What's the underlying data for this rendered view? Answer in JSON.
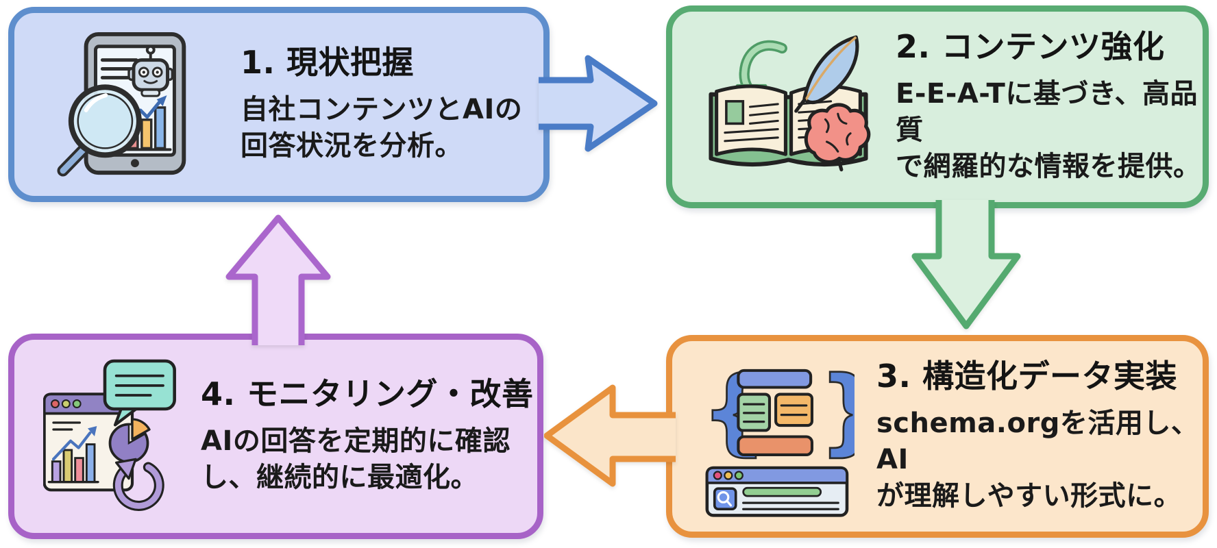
{
  "background_color": "#ffffff",
  "steps": [
    {
      "id": 1,
      "title": "1. 現状把握",
      "body": "自社コンテンツとAIの\n回答状況を分析。",
      "icon": "tablet-magnifier-analytics-icon",
      "fill_color": "#cfdaf7",
      "border_color": "#5e8ecd"
    },
    {
      "id": 2,
      "title": "2. コンテンツ強化",
      "body": "E-E-A-Tに基づき、高品質\nで網羅的な情報を提供。",
      "icon": "book-quill-brain-icon",
      "fill_color": "#d8eedd",
      "border_color": "#58ab72"
    },
    {
      "id": 3,
      "title": "3. 構造化データ実装",
      "body": "schema.orgを活用し、AI\nが理解しやすい形式に。",
      "icon": "structured-data-browser-icon",
      "fill_color": "#fce6cb",
      "border_color": "#e8923f"
    },
    {
      "id": 4,
      "title": "4. モニタリング・改善",
      "body": "AIの回答を定期的に確認\nし、継続的に最適化。",
      "icon": "monitoring-dashboard-icon",
      "fill_color": "#edd8f6",
      "border_color": "#a763c7"
    }
  ],
  "arrows": [
    {
      "from_step": 1,
      "to_step": 2,
      "direction": "right",
      "fill_color": "#ccdaf7",
      "stroke_color": "#4a7cc7"
    },
    {
      "from_step": 2,
      "to_step": 3,
      "direction": "down",
      "fill_color": "#dbf0df",
      "stroke_color": "#55aa70"
    },
    {
      "from_step": 3,
      "to_step": 4,
      "direction": "left",
      "fill_color": "#fbe5c9",
      "stroke_color": "#e8923d"
    },
    {
      "from_step": 4,
      "to_step": 1,
      "direction": "up",
      "fill_color": "#efdaf8",
      "stroke_color": "#aa66cc"
    }
  ]
}
